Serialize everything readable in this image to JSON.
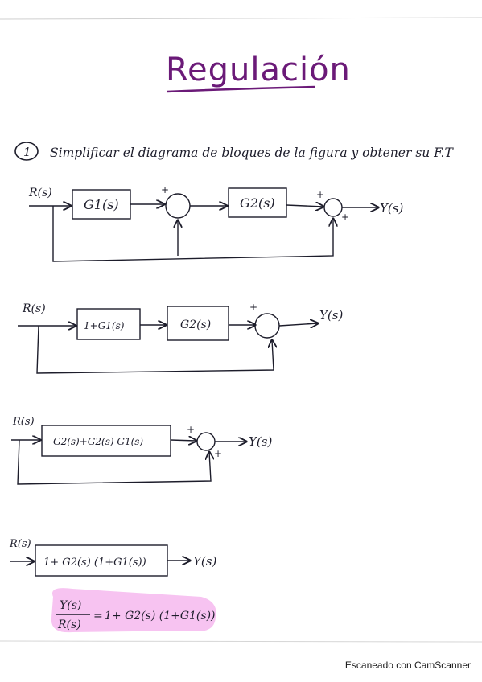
{
  "title": "Regulación",
  "exercise": {
    "number": "1",
    "statement": "Simplificar el diagrama de bloques de la figura y obtener su F.T"
  },
  "diagram1": {
    "input": "R(s)",
    "block1": "G1(s)",
    "block2": "G2(s)",
    "output": "Y(s)",
    "sum1_sign_top": "+",
    "sum2_sign_top": "+",
    "sum2_sign_bottom": "+"
  },
  "diagram2": {
    "input": "R(s)",
    "block1": "1+G1(s)",
    "block2": "G2(s)",
    "output": "Y(s)",
    "sum_sign_top": "+"
  },
  "diagram3": {
    "input": "R(s)",
    "block": "G2(s)+G2(s) G1(s)",
    "output": "Y(s)",
    "sum_sign_top": "+",
    "sum_sign_bottom": "+"
  },
  "diagram4": {
    "input": "R(s)",
    "block": "1+ G2(s) (1+G1(s))",
    "output": "Y(s)"
  },
  "result": {
    "numerator": "Y(s)",
    "denominator": "R(s)",
    "equals": "=",
    "expression": "1+ G2(s) (1+G1(s))",
    "highlight_color": "#f6b8ef"
  },
  "footer": "Escaneado con CamScanner"
}
